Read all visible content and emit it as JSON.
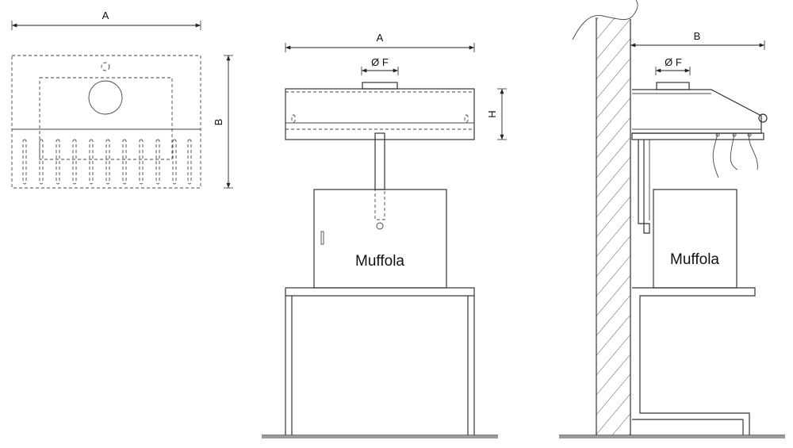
{
  "top_view": {
    "dim_width": "A",
    "dim_depth": "B"
  },
  "front_view": {
    "dim_width": "A",
    "dim_duct": "Ø  F",
    "dim_height": "H",
    "furnace_label": "Muffola"
  },
  "side_view": {
    "dim_depth": "B",
    "dim_duct": "Ø  F",
    "furnace_label": "Muffola"
  }
}
